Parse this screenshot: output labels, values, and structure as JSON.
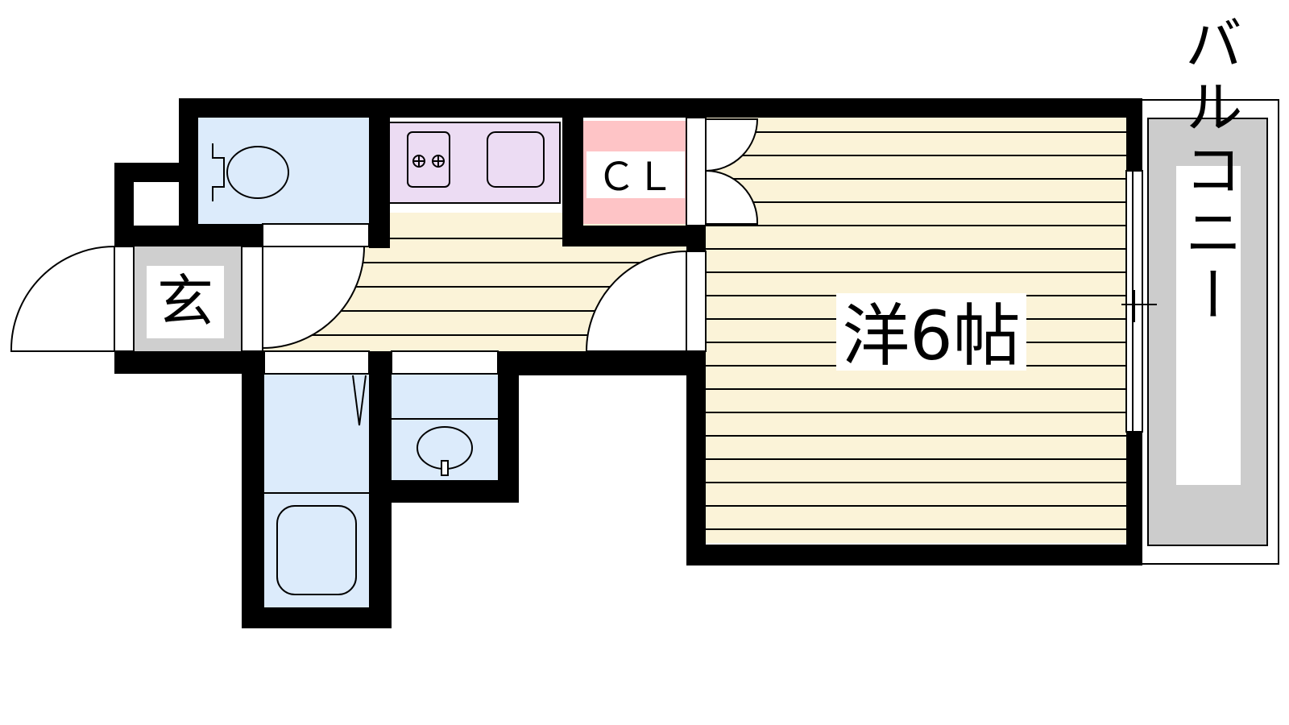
{
  "floor_plan": {
    "rooms": {
      "western_room": {
        "label": "洋6帖"
      },
      "closet": {
        "label": "ＣＬ"
      },
      "entrance": {
        "label": "玄"
      },
      "balcony": {
        "label": "バルコニー"
      }
    },
    "fixtures": [
      "toilet-icon",
      "stove-icon",
      "kitchen-sink-icon",
      "washbasin-icon",
      "bathtub-icon",
      "washing-machine-icon"
    ],
    "colors": {
      "wall": "#000000",
      "wood_floor": "#fbf3d8",
      "floor_lines": "#000000",
      "wet_area": "#dcebfb",
      "kitchen": "#ecdcf3",
      "closet": "#fec4c6",
      "entrance": "#cfcfcf",
      "balcony_floor": "#cccccc"
    }
  }
}
